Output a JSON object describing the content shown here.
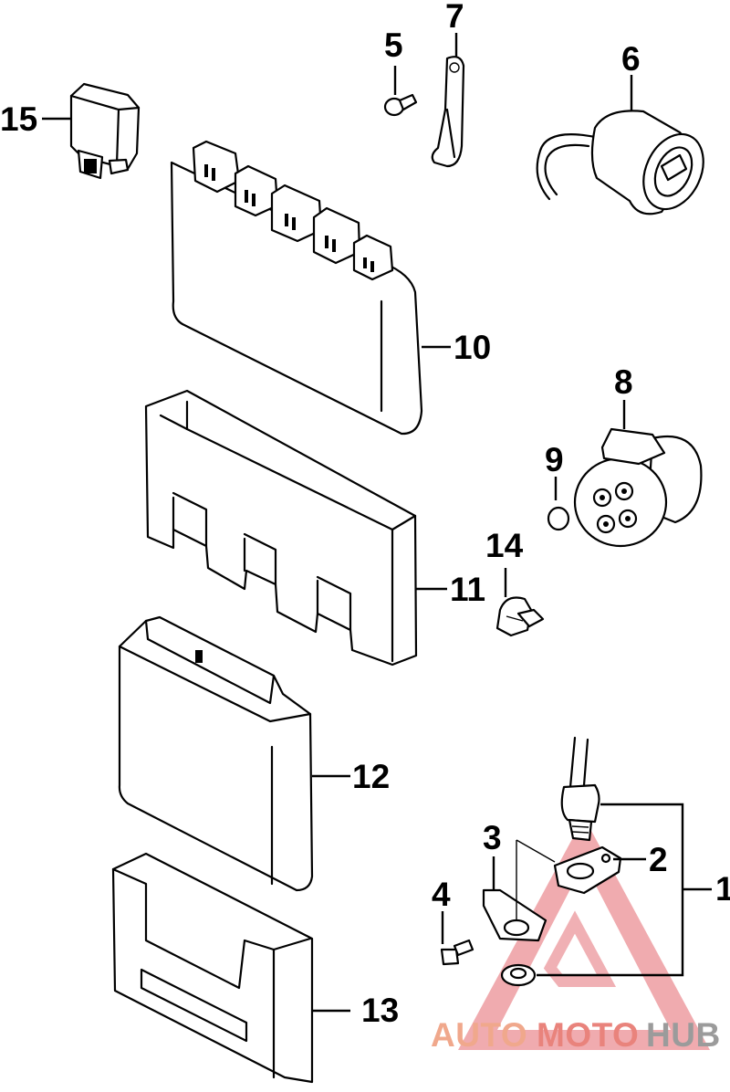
{
  "callouts": {
    "c1": "1",
    "c2": "2",
    "c3": "3",
    "c4": "4",
    "c5": "5",
    "c6": "6",
    "c7": "7",
    "c8": "8",
    "c9": "9",
    "c10": "10",
    "c11": "11",
    "c12": "12",
    "c13": "13",
    "c14": "14",
    "c15": "15"
  },
  "watermark": {
    "auto": "AUTO",
    "moto": "MOTO",
    "hub": "HUB",
    "color_auto": "#f0a88c",
    "color_moto": "#e9837c",
    "color_hub": "#9b9b9b",
    "triangle_color": "#e8848a"
  }
}
